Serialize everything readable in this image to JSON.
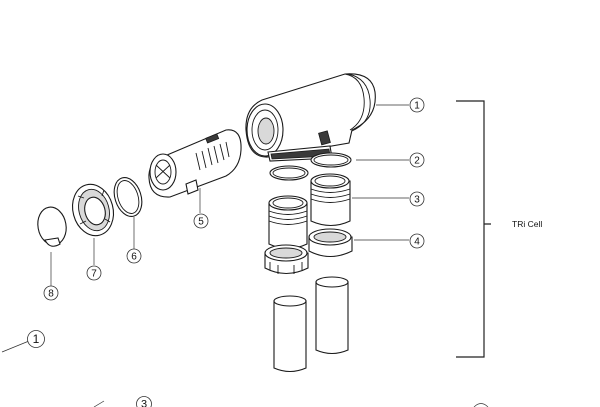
{
  "diagram": {
    "group_label": "TRi Cell",
    "callouts": {
      "c1_top": "1",
      "c2": "2",
      "c3": "3",
      "c4": "4",
      "c5": "5",
      "c6": "6",
      "c7": "7",
      "c8": "8",
      "c1_lower": "1",
      "c3_lower": "3"
    }
  }
}
